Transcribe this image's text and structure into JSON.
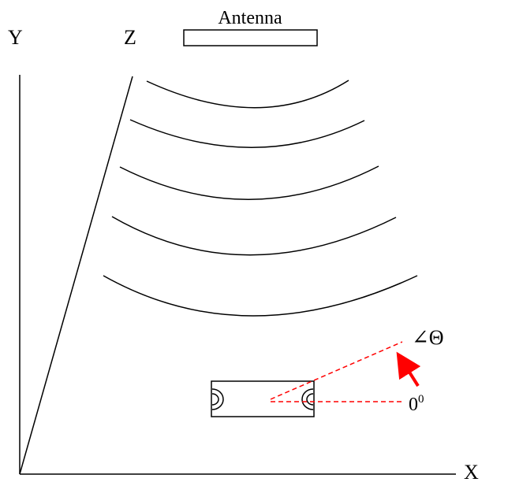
{
  "labels": {
    "y_axis": "Y",
    "z_axis": "Z",
    "x_axis": "X",
    "antenna": "Antenna",
    "angle": "∠Θ",
    "zero_base": "0",
    "zero_sup": "0"
  },
  "wavefront_count": 5,
  "colors": {
    "line": "#000000",
    "reference": "#ff0000",
    "background": "#ffffff"
  }
}
